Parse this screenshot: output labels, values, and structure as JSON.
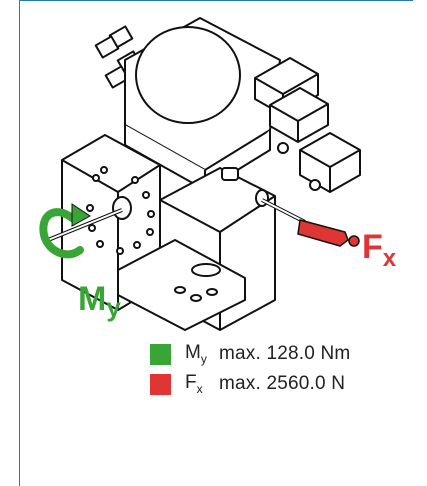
{
  "diagram": {
    "moment_label": "M",
    "moment_sub": "y",
    "force_label": "F",
    "force_sub": "x"
  },
  "legend": [
    {
      "symbol": "M",
      "sub": "y",
      "text": "max. 128.0 Nm",
      "color": "#3aa537"
    },
    {
      "symbol": "F",
      "sub": "x",
      "text": "max. 2560.0 N",
      "color": "#e03535"
    }
  ],
  "colors": {
    "frame": "#2b78b8",
    "moment": "#3aa537",
    "force": "#e03535",
    "line": "#111111"
  }
}
